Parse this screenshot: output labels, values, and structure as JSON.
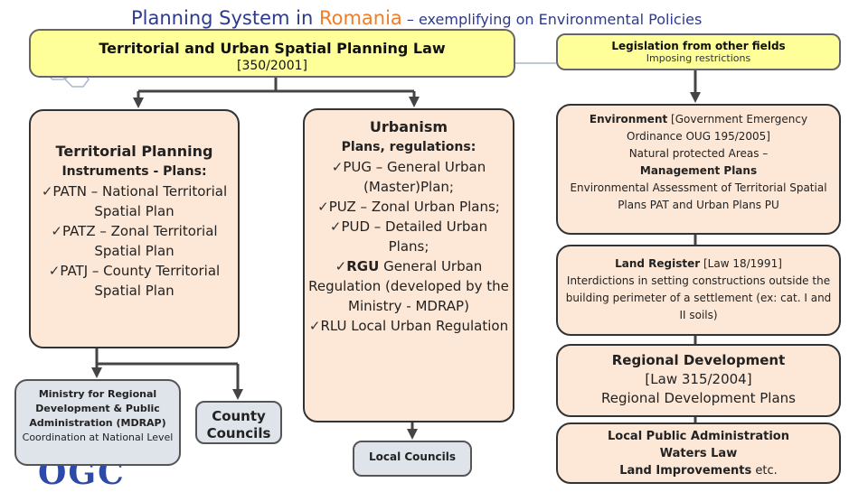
{
  "title": {
    "part1": "Planning System in ",
    "part2": "Romania",
    "part3": " – exemplifying on Environmental Policies"
  },
  "law_box": {
    "line1": "Territorial and Urban Spatial Planning Law",
    "line2": "[350/2001]"
  },
  "legislation_box": {
    "line1": "Legislation from other fields",
    "line2": "Imposing restrictions"
  },
  "territorial_planning": {
    "heading": "Territorial Planning",
    "subheading": "Instruments - Plans:",
    "items": [
      "PATN – National Territorial Spatial Plan",
      "PATZ – Zonal Territorial Spatial Plan",
      "PATJ – County Territorial Spatial Plan"
    ]
  },
  "urbanism": {
    "heading": "Urbanism",
    "subheading": "Plans, regulations:",
    "items": [
      "PUG – General Urban (Master)Plan;",
      "PUZ – Zonal Urban Plans;",
      "PUD – Detailed Urban Plans;"
    ],
    "rgu_bold": "RGU",
    "rgu_rest": " General Urban Regulation (developed by the Ministry - MDRAP)",
    "rlu": "RLU Local Urban Regulation"
  },
  "environment": {
    "bold1": "Environment",
    "text1": " [Government Emergency Ordinance OUG 195/2005]",
    "text2": "Natural protected Areas –",
    "bold2": "Management Plans",
    "text3": "Environmental Assessment of Territorial Spatial Plans PAT and Urban Plans PU"
  },
  "land_register": {
    "bold": "Land Register",
    "text1": " [Law 18/1991]",
    "text2": "Interdictions in setting constructions outside the building perimeter of a settlement (ex: cat. I and II soils)"
  },
  "regional_development": {
    "heading": "Regional Development",
    "line2": "[Law 315/2004]",
    "line3": "Regional Development Plans"
  },
  "local_public_admin": {
    "line1": "Local Public Administration",
    "line2": "Waters Law",
    "bold3": "Land Improvements",
    "rest3": " etc."
  },
  "mdrap_box": {
    "bold": "Ministry for Regional Development & Public Administration (MDRAP)",
    "text": "Coordination at National Level"
  },
  "county_box": {
    "label": "County Councils"
  },
  "local_councils_box": {
    "label": "Local Councils"
  },
  "logo": {
    "text": "OGC"
  },
  "colors": {
    "title_blue": "#2e3a8c",
    "title_orange": "#f07d2a",
    "yellow_box": "#ffff99",
    "peach_box": "#fde7d6",
    "grey_box": "#dfe3ea"
  }
}
